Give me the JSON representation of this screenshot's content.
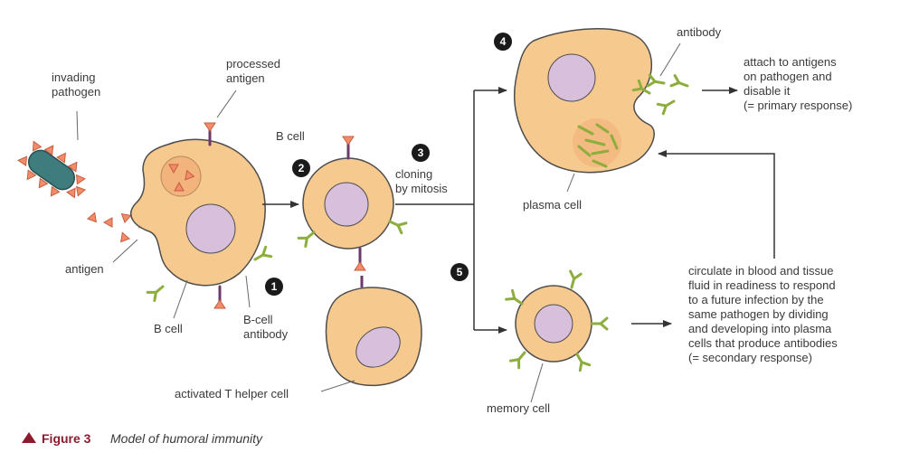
{
  "labels": {
    "invading_pathogen": [
      "invading",
      "pathogen"
    ],
    "processed_antigen": [
      "processed",
      "antigen"
    ],
    "antigen": "antigen",
    "b_cell_1": "B cell",
    "b_cell_antibody": [
      "B-cell",
      "antibody"
    ],
    "b_cell_2": "B cell",
    "cloning": [
      "cloning",
      "by mitosis"
    ],
    "activated_t_helper": "activated T helper cell",
    "antibody": "antibody",
    "plasma_cell": "plasma cell",
    "primary_response": [
      "attach to antigens",
      "on pathogen and",
      "disable it",
      "(= primary response)"
    ],
    "memory_cell": "memory cell",
    "secondary_response": [
      "circulate in blood and tissue",
      "fluid in readiness to respond",
      "to a future infection by the",
      "same pathogen by dividing",
      "and developing into plasma",
      "cells that produce antibodies",
      "(= secondary response)"
    ]
  },
  "steps": [
    "1",
    "2",
    "3",
    "4",
    "5"
  ],
  "caption": {
    "figure": "Figure 3",
    "title": "Model of humoral immunity"
  },
  "colors": {
    "cell_fill": "#f6c98e",
    "cell_stroke": "#4d4d4d",
    "nucleus": "#d8bfdc",
    "antigen": "#f28c6a",
    "antibody": "#8dae3c",
    "receptor": "#6b3a6b",
    "pathogen": "#3f7c7e",
    "caption_red": "#8b1c2e"
  }
}
